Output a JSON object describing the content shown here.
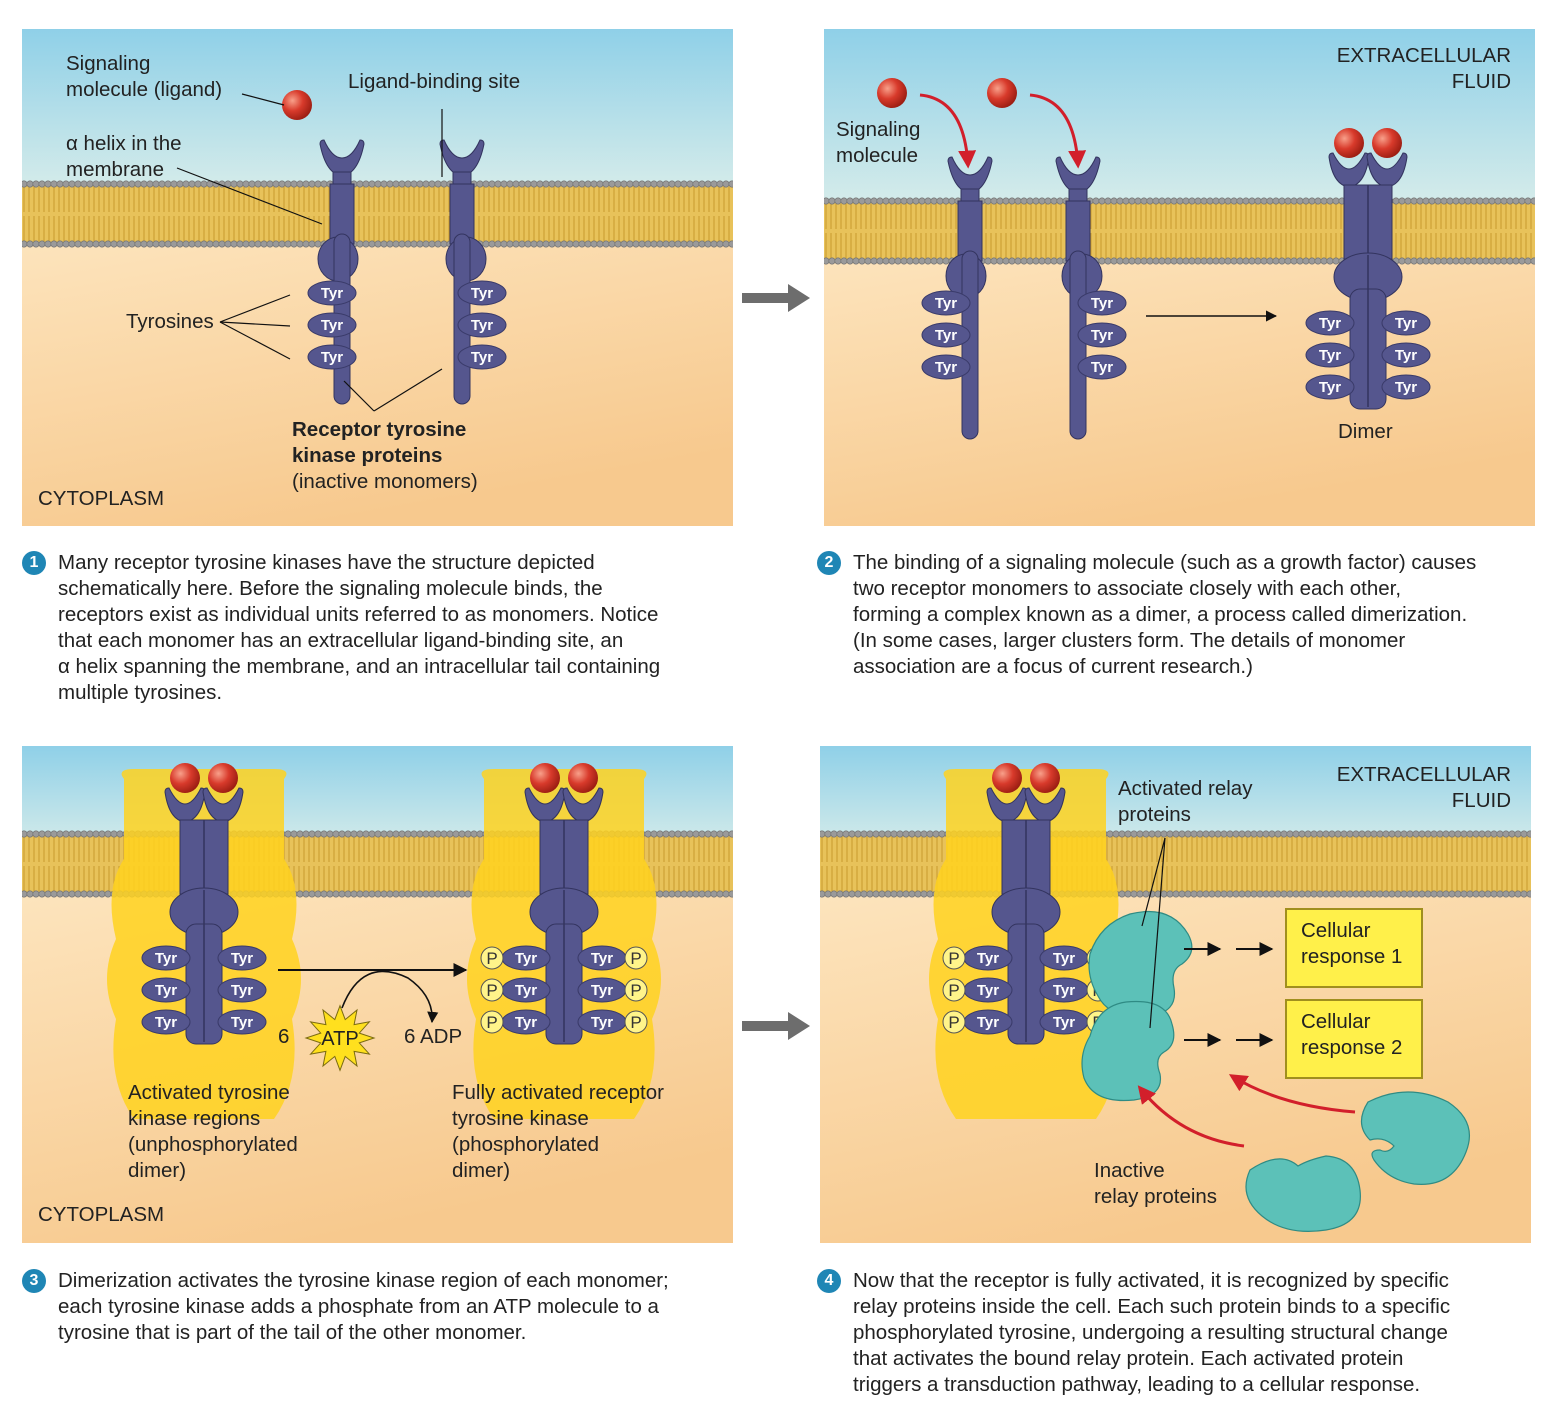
{
  "panel1": {
    "signaling_molecule": "Signaling\nmolecule (ligand)",
    "ligand_binding_site": "Ligand-binding site",
    "alpha_helix": "α helix in the\nmembrane",
    "tyrosines": "Tyrosines",
    "rtk_title": "Receptor tyrosine\nkinase proteins",
    "rtk_sub": "(inactive monomers)",
    "cytoplasm": "CYTOPLASM"
  },
  "panel2": {
    "extracellular": "EXTRACELLULAR\nFLUID",
    "signaling_molecule": "Signaling\nmolecule",
    "dimer": "Dimer"
  },
  "panel3": {
    "atp_coef": "6",
    "atp": "ATP",
    "adp": "6 ADP",
    "activated_regions": "Activated tyrosine\nkinase regions\n(unphosphorylated\ndimer)",
    "fully_activated": "Fully activated receptor\ntyrosine kinase\n(phosphorylated\ndimer)",
    "cytoplasm": "CYTOPLASM"
  },
  "panel4": {
    "extracellular": "EXTRACELLULAR\nFLUID",
    "activated_relay": "Activated relay\nproteins",
    "response1": "Cellular\nresponse 1",
    "response2": "Cellular\nresponse 2",
    "inactive_relay": "Inactive\nrelay proteins"
  },
  "labels": {
    "tyr": "Tyr",
    "p": "P"
  },
  "captions": [
    {
      "num": "1",
      "text": "Many receptor tyrosine kinases have the structure depicted\nschematically here. Before the signaling molecule binds, the\nreceptors exist as individual units referred to as monomers. Notice\nthat each monomer has an extracellular ligand-binding site, an\nα helix spanning the membrane, and an intracellular tail containing\nmultiple tyrosines."
    },
    {
      "num": "2",
      "text": "The binding of a signaling molecule (such as a growth factor) causes\ntwo receptor monomers to associate closely with each other,\nforming a complex known as a dimer, a process called dimerization.\n(In some cases, larger clusters form. The details of monomer\nassociation are a focus of current research.)"
    },
    {
      "num": "3",
      "text": "Dimerization activates the tyrosine kinase region of each monomer;\neach tyrosine kinase adds a phosphate from an ATP molecule to a\ntyrosine that is part of the tail of the other monomer."
    },
    {
      "num": "4",
      "text": "Now that the receptor is fully activated, it is recognized by specific\nrelay proteins inside the cell. Each such protein binds to a specific\nphosphorylated tyrosine, undergoing a resulting structural change\nthat activates the bound relay protein. Each activated protein\ntriggers a transduction pathway, leading to a cellular response."
    }
  ],
  "colors": {
    "fluid_top": "#8fd0e8",
    "fluid_bottom": "#e0f0ea",
    "cyto_top": "#fde6c0",
    "cyto_bottom": "#f7c98e",
    "membrane": "#e8c25a",
    "head": "#9a9a9a",
    "receptor": "#55568e",
    "ligand": "#d83a2b",
    "glow": "#ffd21f",
    "relay": "#5cc1b8",
    "step": "#1f86b5"
  }
}
